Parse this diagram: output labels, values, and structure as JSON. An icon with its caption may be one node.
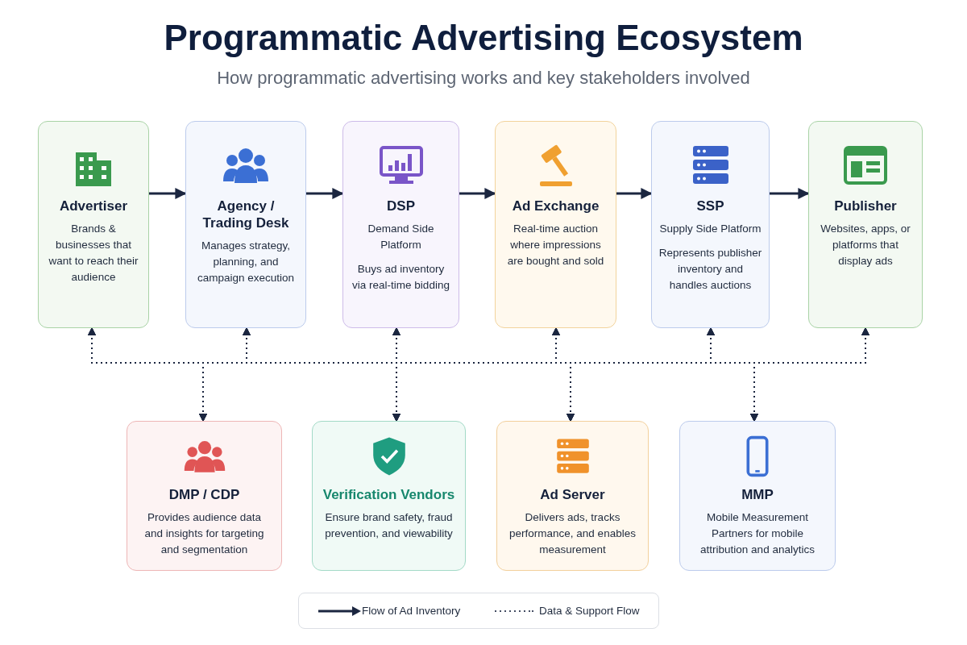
{
  "diagram": {
    "title": "Programmatic Advertising Ecosystem",
    "caption": "How programmatic advertising works and key stakeholders involved",
    "nodes": [
      {
        "text": [
          "Advertiser",
          "Brands & businesses that want to reach their audience"
        ]
      },
      {
        "text": [
          "Agency / Trading Desk",
          "Manages strategy, planning, and campaign execution"
        ]
      },
      {
        "text": [
          "DSP",
          "Demand Side Platform",
          "Buys ad inventory via real-time bidding"
        ]
      },
      {
        "text": [
          "Ad Exchange",
          "Real-time auction where impressions are bought and sold"
        ]
      },
      {
        "text": [
          "SSP",
          "Supply Side Platform",
          "Represents publisher inventory and handles auctions"
        ]
      },
      {
        "text": [
          "Publisher",
          "Websites, apps, or platforms that display ads"
        ]
      },
      {
        "text": [
          "DMP / CDP",
          "Provides audience data and insights for targeting and segmentation"
        ]
      },
      {
        "text": [
          "Verification Vendors",
          "Ensure brand safety, fraud prevention, and viewability"
        ]
      },
      {
        "text": [
          "Ad Server",
          "Delivers ads, tracks performance, and enables measurement"
        ]
      },
      {
        "text": [
          "MMP",
          "Mobile Measurement Partners for mobile attribution and analytics"
        ]
      }
    ],
    "edges": [
      {
        "from": 0,
        "to": 1,
        "arrow": "to"
      },
      {
        "from": 1,
        "to": 2,
        "arrow": "to"
      },
      {
        "from": 2,
        "to": 3,
        "arrow": "to"
      },
      {
        "from": 3,
        "to": 4,
        "arrow": "to"
      },
      {
        "from": 4,
        "to": 5,
        "arrow": "to"
      },
      {
        "from": 6,
        "to": 0,
        "arrow": "both",
        "style": "dashed"
      },
      {
        "from": 6,
        "to": 1,
        "arrow": "both",
        "style": "dashed"
      },
      {
        "from": 6,
        "to": 2,
        "arrow": "both",
        "style": "dashed"
      },
      {
        "from": 6,
        "to": 3,
        "arrow": "both",
        "style": "dashed"
      },
      {
        "from": 6,
        "to": 4,
        "arrow": "both",
        "style": "dashed"
      },
      {
        "from": 6,
        "to": 5,
        "arrow": "both",
        "style": "dashed"
      },
      {
        "from": 7,
        "to": 0,
        "arrow": "both",
        "style": "dashed"
      },
      {
        "from": 7,
        "to": 1,
        "arrow": "both",
        "style": "dashed"
      },
      {
        "from": 7,
        "to": 2,
        "arrow": "both",
        "style": "dashed"
      },
      {
        "from": 7,
        "to": 3,
        "arrow": "both",
        "style": "dashed"
      },
      {
        "from": 7,
        "to": 4,
        "arrow": "both",
        "style": "dashed"
      },
      {
        "from": 7,
        "to": 5,
        "arrow": "both",
        "style": "dashed"
      },
      {
        "from": 8,
        "to": 0,
        "arrow": "both",
        "style": "dashed"
      },
      {
        "from": 8,
        "to": 1,
        "arrow": "both",
        "style": "dashed"
      },
      {
        "from": 8,
        "to": 2,
        "arrow": "both",
        "style": "dashed"
      },
      {
        "from": 8,
        "to": 3,
        "arrow": "both",
        "style": "dashed"
      },
      {
        "from": 8,
        "to": 4,
        "arrow": "both",
        "style": "dashed"
      },
      {
        "from": 8,
        "to": 5,
        "arrow": "both",
        "style": "dashed"
      },
      {
        "from": 9,
        "to": 0,
        "arrow": "both",
        "style": "dashed"
      },
      {
        "from": 9,
        "to": 1,
        "arrow": "both",
        "style": "dashed"
      },
      {
        "from": 9,
        "to": 2,
        "arrow": "both",
        "style": "dashed"
      },
      {
        "from": 9,
        "to": 3,
        "arrow": "both",
        "style": "dashed"
      },
      {
        "from": 9,
        "to": 4,
        "arrow": "both",
        "style": "dashed"
      },
      {
        "from": 9,
        "to": 5,
        "arrow": "both",
        "style": "dashed"
      }
    ],
    "legend": [
      {
        "text": "Flow of Ad Inventory"
      },
      {
        "text": "Data & Support Flow"
      }
    ]
  }
}
